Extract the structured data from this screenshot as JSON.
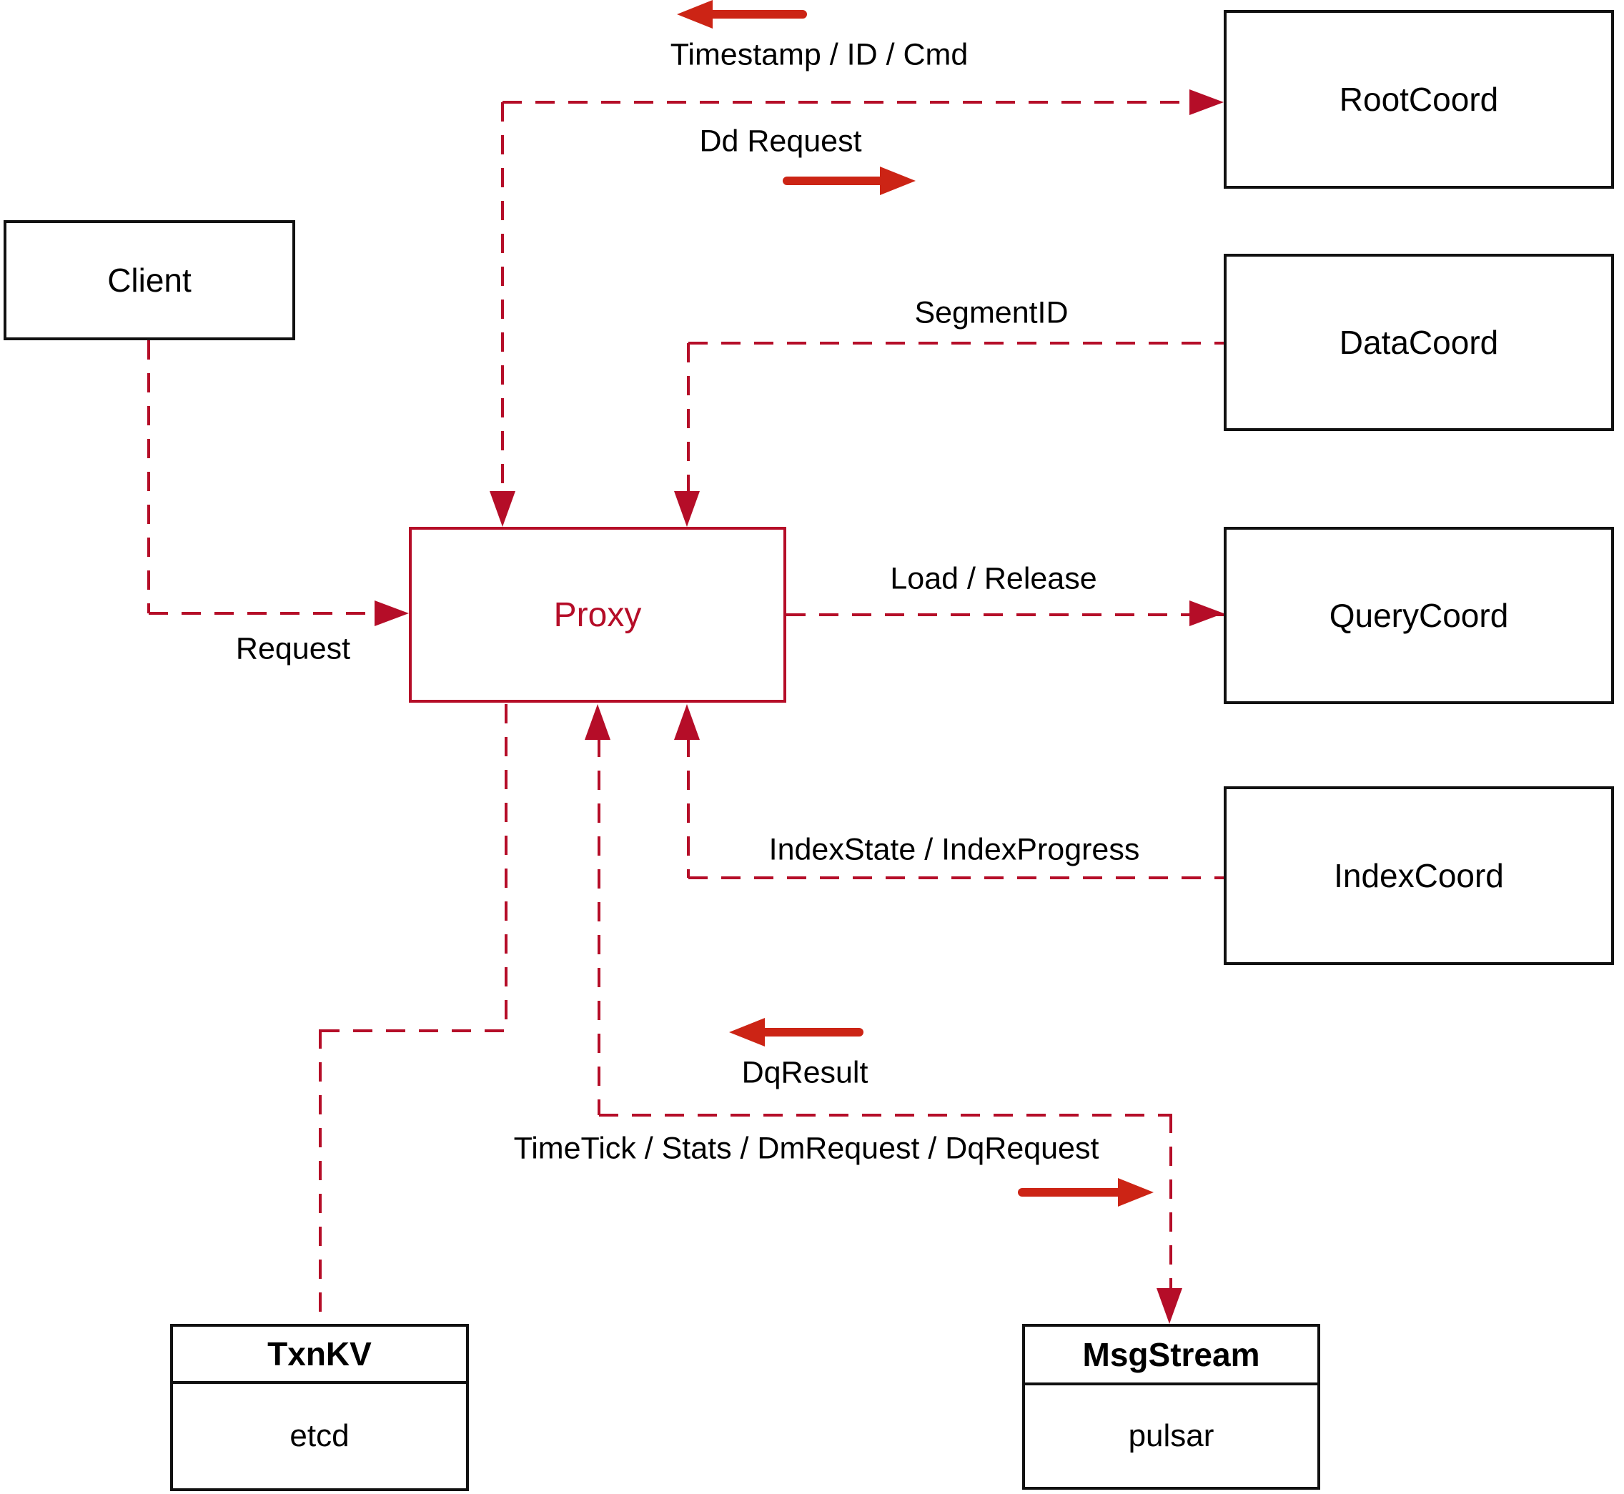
{
  "diagram": {
    "nodes": {
      "client": {
        "label": "Client"
      },
      "proxy": {
        "label": "Proxy"
      },
      "rootcoord": {
        "label": "RootCoord"
      },
      "datacoord": {
        "label": "DataCoord"
      },
      "querycoord": {
        "label": "QueryCoord"
      },
      "indexcoord": {
        "label": "IndexCoord"
      },
      "txnkv": {
        "title": "TxnKV",
        "subtitle": "etcd"
      },
      "msgstream": {
        "title": "MsgStream",
        "subtitle": "pulsar"
      }
    },
    "edge_labels": {
      "timestamp": "Timestamp / ID / Cmd",
      "dd_request": "Dd Request",
      "segment_id": "SegmentID",
      "load_release": "Load / Release",
      "index_state": "IndexState / IndexProgress",
      "request": "Request",
      "dq_result": "DqResult",
      "timetick": "TimeTick / Stats / DmRequest / DqRequest"
    },
    "colors": {
      "dashed_line": "#b50d28",
      "solid_arrow": "#cc2415",
      "box_border": "#111111",
      "text": "#000000"
    }
  }
}
